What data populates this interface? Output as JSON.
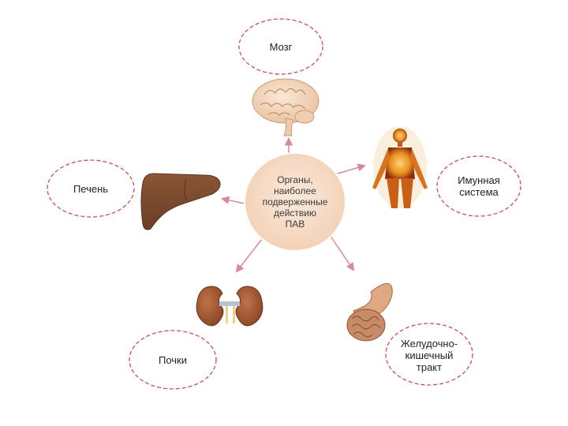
{
  "center": {
    "text": "Органы,\nнаиболее\nподверженные\nдействию\nПАВ"
  },
  "nodes": [
    {
      "id": "brain",
      "label": "Мозг",
      "icon": "brain-icon"
    },
    {
      "id": "immune",
      "label": "Имунная\nсистема",
      "icon": "human-body-icon"
    },
    {
      "id": "liver",
      "label": "Печень",
      "icon": "liver-icon"
    },
    {
      "id": "kidneys",
      "label": "Почки",
      "icon": "kidneys-icon"
    },
    {
      "id": "gi",
      "label": "Желудочно-\nкишечный\nтракт",
      "icon": "stomach-intestine-icon"
    }
  ],
  "colors": {
    "bubble_border": "#c94f5e",
    "arrow": "#d98a96",
    "center_fill": "#f6dcc6",
    "liver": "#7a4a30",
    "kidney": "#9a5535",
    "brain": "#f2d6bd",
    "body_glow": "#e8a13a",
    "gi": "#d9a07b"
  }
}
